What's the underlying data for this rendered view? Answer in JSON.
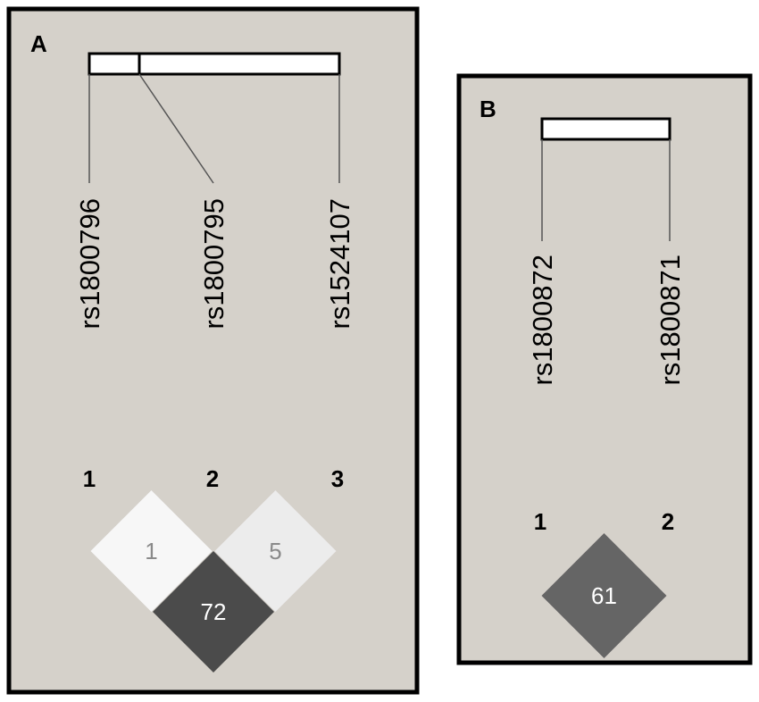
{
  "panels": [
    {
      "letter": "A",
      "snps": [
        "rs1800796",
        "rs1800795",
        "rs1524107"
      ],
      "markers": [
        "1",
        "2",
        "3"
      ],
      "ld_cells": [
        {
          "i": 1,
          "j": 2,
          "value": "1",
          "fill": "#f7f7f7",
          "text_color": "#8a8a8a"
        },
        {
          "i": 2,
          "j": 3,
          "value": "5",
          "fill": "#ececec",
          "text_color": "#8a8a8a"
        },
        {
          "i": 1,
          "j": 3,
          "value": "72",
          "fill": "#4b4b4b",
          "text_color": "#ffffff"
        }
      ]
    },
    {
      "letter": "B",
      "snps": [
        "rs1800872",
        "rs1800871"
      ],
      "markers": [
        "1",
        "2"
      ],
      "ld_cells": [
        {
          "i": 1,
          "j": 2,
          "value": "61",
          "fill": "#656565",
          "text_color": "#ffffff"
        }
      ]
    }
  ]
}
